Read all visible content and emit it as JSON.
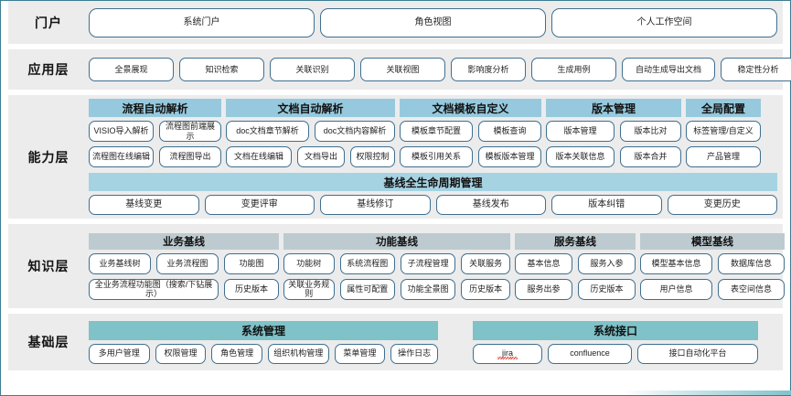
{
  "layers": [
    {
      "key": "portal",
      "label": "门户"
    },
    {
      "key": "app",
      "label": "应用层"
    },
    {
      "key": "capability",
      "label": "能力层"
    },
    {
      "key": "knowledge",
      "label": "知识层"
    },
    {
      "key": "base",
      "label": "基础层"
    }
  ],
  "portal": {
    "label": "门户",
    "items": [
      "系统门户",
      "角色视图",
      "个人工作空间"
    ]
  },
  "app": {
    "label": "应用层",
    "items": [
      "全景展现",
      "知识检索",
      "关联识别",
      "关联视图",
      "影响度分析",
      "生成用例",
      "自动生成导出文档",
      "稳定性分析"
    ]
  },
  "capability": {
    "label": "能力层",
    "groups": [
      {
        "title": "流程自动解析",
        "rows": [
          [
            "VISIO导入解析",
            "流程图前端展示"
          ],
          [
            "流程图在线编辑",
            "流程图导出"
          ]
        ]
      },
      {
        "title": "文档自动解析",
        "rows": [
          [
            "doc文档章节解析",
            "doc文档内容解析"
          ],
          [
            "文档在线编辑",
            "文档导出",
            "权限控制"
          ]
        ]
      },
      {
        "title": "文档模板自定义",
        "rows": [
          [
            "模板章节配置",
            "模板查询"
          ],
          [
            "模板引用关系",
            "模板版本管理"
          ]
        ]
      },
      {
        "title": "版本管理",
        "rows": [
          [
            "版本管理",
            "版本比对"
          ],
          [
            "版本关联信息",
            "版本合并"
          ]
        ]
      },
      {
        "title": "全局配置",
        "rows": [
          [
            "标签管理/自定义"
          ],
          [
            "产品管理"
          ]
        ]
      }
    ],
    "lifecycle": {
      "title": "基线全生命周期管理",
      "items": [
        "基线变更",
        "变更评审",
        "基线修订",
        "基线发布",
        "版本纠错",
        "变更历史"
      ]
    }
  },
  "knowledge": {
    "label": "知识层",
    "groups": [
      {
        "title": "业务基线",
        "rows": [
          [
            "业务基线树",
            "业务流程图",
            "功能图"
          ],
          [
            "全业务流程功能图（搜索/下钻展示）",
            "历史版本"
          ]
        ]
      },
      {
        "title": "功能基线",
        "rows": [
          [
            "功能树",
            "系统流程图",
            "子流程管理",
            "关联服务"
          ],
          [
            "关联业务规则",
            "属性可配置",
            "功能全景图",
            "历史版本"
          ]
        ]
      },
      {
        "title": "服务基线",
        "rows": [
          [
            "基本信息",
            "服务入参"
          ],
          [
            "服务出参",
            "历史版本"
          ]
        ]
      },
      {
        "title": "模型基线",
        "rows": [
          [
            "模型基本信息",
            "数据库信息"
          ],
          [
            "用户信息",
            "表空间信息"
          ]
        ]
      }
    ]
  },
  "base": {
    "label": "基础层",
    "groups": [
      {
        "title": "系统管理",
        "rows": [
          [
            "多用户管理",
            "权限管理",
            "角色管理",
            "组织机构管理",
            "菜单管理",
            "操作日志"
          ]
        ]
      },
      {
        "title": "系统接口",
        "rows": [
          [
            "jira",
            "confluence",
            "接口自动化平台"
          ]
        ]
      }
    ]
  },
  "colors": {
    "band_bg": "#ececec",
    "pill_border": "#3f6f8f",
    "capability_header": "#96c9dd",
    "lifecycle_header": "#a6d3e2",
    "knowledge_header": "#bdcbd0",
    "base_header": "#7fc2c8",
    "slide_border": "#3d7d93",
    "accent": "#7fc3cb"
  }
}
